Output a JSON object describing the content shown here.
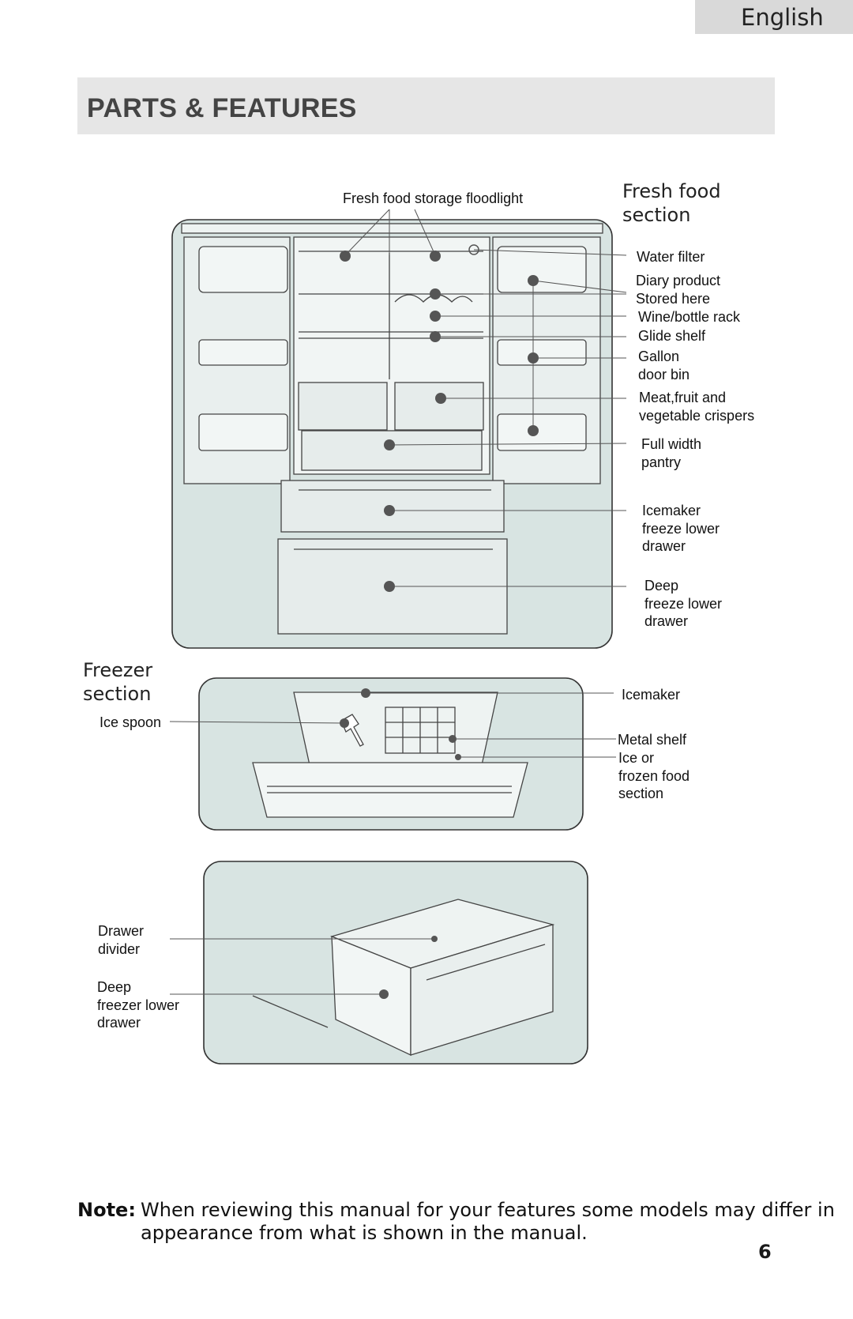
{
  "header": {
    "language": "English"
  },
  "title": "PARTS & FEATURES",
  "sections": {
    "fresh_food": "Fresh food\nsection",
    "freezer": "Freezer\nsection"
  },
  "labels": {
    "floodlight": "Fresh food storage floodlight",
    "water_filter": "Water filter",
    "dairy": "Diary product\nStored here",
    "wine_rack": "Wine/bottle rack",
    "glide_shelf": "Glide shelf",
    "gallon_bin": "Gallon\ndoor bin",
    "crispers": "Meat,fruit and\nvegetable crispers",
    "pantry": "Full width\npantry",
    "icemaker_drawer": "Icemaker\nfreeze lower\ndrawer",
    "deep_drawer": "Deep\nfreeze lower\ndrawer",
    "icemaker": "Icemaker",
    "ice_spoon": "Ice spoon",
    "metal_shelf": "Metal shelf",
    "ice_section": "Ice or\nfrozen food\nsection",
    "drawer_divider": "Drawer\ndivider",
    "deep_freezer_drawer": "Deep\nfreezer lower\ndrawer"
  },
  "note": {
    "prefix": "Note:",
    "line1": "When reviewing this manual for your features some models may differ in",
    "line2": "appearance from what is shown in the manual."
  },
  "page_number": "6"
}
